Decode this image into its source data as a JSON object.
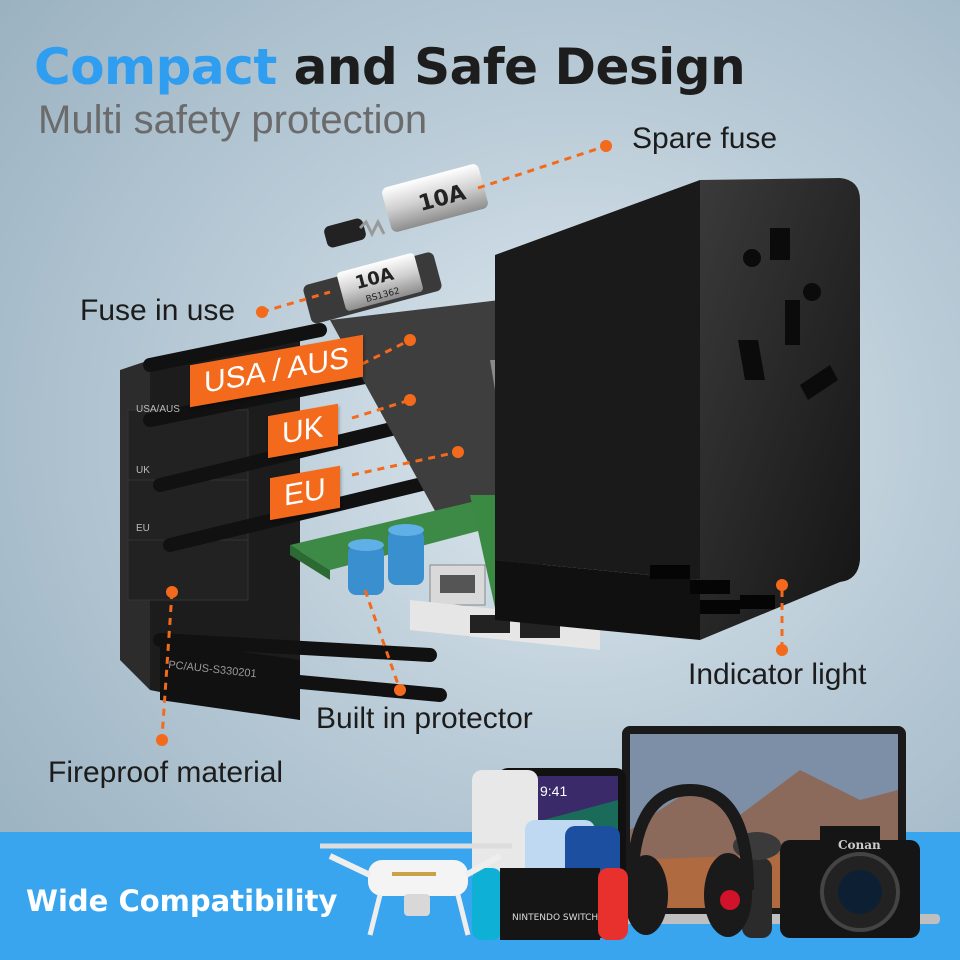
{
  "headline": {
    "part1": "Compact",
    "part2": "and Safe Design"
  },
  "subheadline": "Multi safety protection",
  "callouts": {
    "spare_fuse": "Spare fuse",
    "fuse_in_use": "Fuse in use",
    "indicator_light": "Indicator light",
    "built_in_protector": "Built in protector",
    "fireproof_material": "Fireproof material"
  },
  "plug_tags": {
    "usa_aus": "USA / AUS",
    "uk": "UK",
    "eu": "EU"
  },
  "fuse_markings": {
    "spare": "10A",
    "in_use": "10A",
    "in_use_code": "BS1362"
  },
  "adapter_side_labels": {
    "usa_aus": "USA/AUS",
    "uk": "UK",
    "eu": "EU",
    "cert": "PC/AUS-S330201"
  },
  "device_labels": {
    "tablet_time": "9:41",
    "switch_brand": "NINTENDO SWITCH",
    "camera_brand": "Conan"
  },
  "banner": {
    "label": "Wide Compatibility"
  },
  "colors": {
    "accent_blue": "#2f9ef0",
    "accent_orange": "#f36a1c",
    "banner_blue": "#38a5ee"
  }
}
